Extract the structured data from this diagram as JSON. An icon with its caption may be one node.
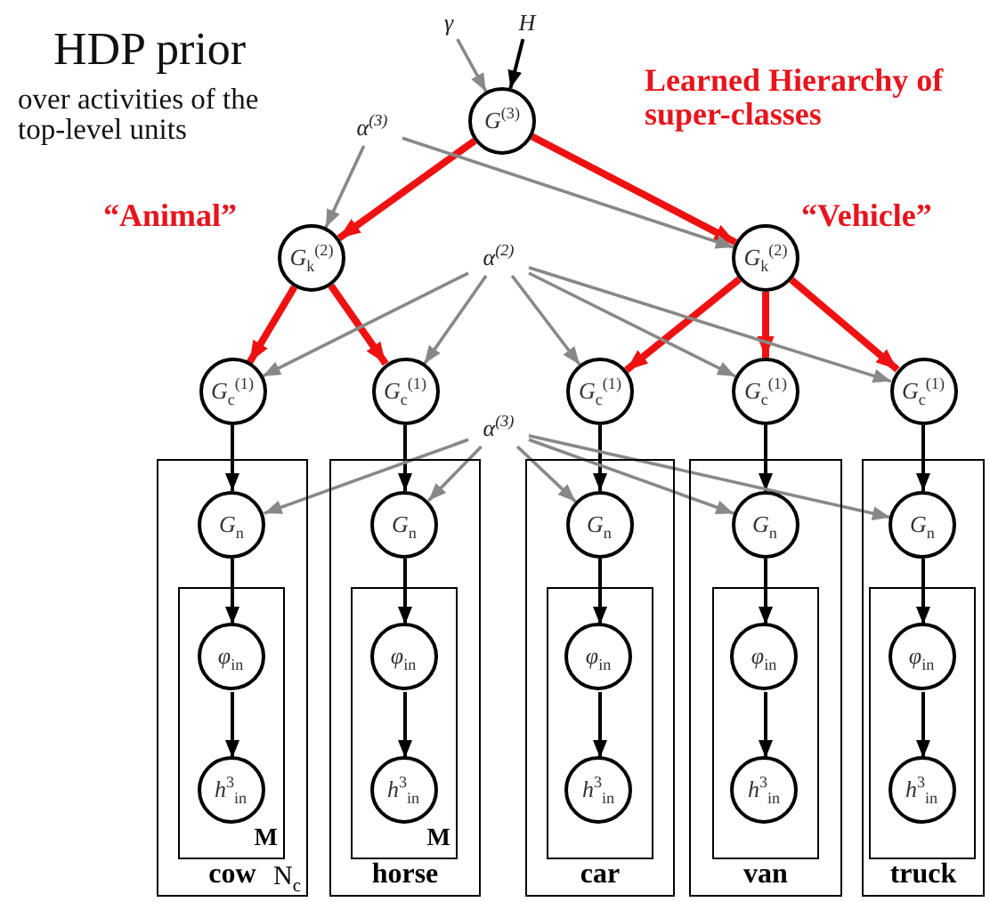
{
  "diagram": {
    "nodes": [
      {
        "text": [
          "γ"
        ]
      },
      {
        "text": [
          "H"
        ]
      },
      {
        "text": [
          "*G*$^{(3)}$"
        ]
      },
      {
        "text": [
          "*α*$^{(3)}$"
        ]
      },
      {
        "text": [
          "*G*$_{k}$$^{(2)}$"
        ]
      },
      {
        "text": [
          "*G*$_{k}$$^{(2)}$"
        ]
      },
      {
        "text": [
          "*α*$^{(2)}$"
        ]
      },
      {
        "text": [
          "*G*$_{c}$$^{(1)}$"
        ]
      },
      {
        "text": [
          "*G*$_{c}$$^{(1)}$"
        ]
      },
      {
        "text": [
          "*G*$_{c}$$^{(1)}$"
        ]
      },
      {
        "text": [
          "*G*$_{c}$$^{(1)}$"
        ]
      },
      {
        "text": [
          "*G*$_{c}$$^{(1)}$"
        ]
      },
      {
        "text": [
          "*α*$^{(3)}$"
        ]
      },
      {
        "text": [
          "cow",
          "N$_{c}$"
        ]
      },
      {
        "text": [
          "*G*$_{n}$"
        ],
        "in": 13
      },
      {
        "text": [
          "M"
        ],
        "in": 13
      },
      {
        "text": [
          "*φ*$_{in}$"
        ],
        "in": 15
      },
      {
        "text": [
          "*h*$^{3}$$_{in}$"
        ],
        "in": 15
      },
      {
        "text": [
          "horse"
        ]
      },
      {
        "text": [
          "*G*$_{n}$"
        ],
        "in": 18
      },
      {
        "text": [
          "M"
        ],
        "in": 18
      },
      {
        "text": [
          "*φ*$_{in}$"
        ],
        "in": 20
      },
      {
        "text": [
          "*h*$^{3}$$_{in}$"
        ],
        "in": 20
      },
      {
        "text": [
          "car"
        ]
      },
      {
        "text": [
          "*G*$_{n}$"
        ],
        "in": 23
      },
      {
        "text": [],
        "shape": "box",
        "in": 23
      },
      {
        "text": [
          "*φ*$_{in}$"
        ],
        "in": 25
      },
      {
        "text": [
          "*h*$^{3}$$_{in}$"
        ],
        "in": 25
      },
      {
        "text": [
          "van"
        ]
      },
      {
        "text": [
          "*G*$_{n}$"
        ],
        "in": 28
      },
      {
        "text": [],
        "shape": "box",
        "in": 28
      },
      {
        "text": [
          "*φ*$_{in}$"
        ],
        "in": 30
      },
      {
        "text": [
          "*h*$^{3}$$_{in}$"
        ],
        "in": 30
      },
      {
        "text": [
          "truck"
        ]
      },
      {
        "text": [
          "*G*$_{n}$"
        ],
        "in": 33
      },
      {
        "text": [],
        "shape": "box",
        "in": 33
      },
      {
        "text": [
          "*φ*$_{in}$"
        ],
        "in": 35
      },
      {
        "text": [
          "*h*$^{3}$$_{in}$"
        ],
        "in": 35
      }
    ],
    "edges": [
      {
        "from": 0,
        "to": 2,
        "arrow": "to",
        "color": "#888888"
      },
      {
        "from": 1,
        "to": 2,
        "arrow": "to"
      },
      {
        "from": 2,
        "to": 4,
        "arrow": "to",
        "style": "thick",
        "color": "#ee1111"
      },
      {
        "from": 2,
        "to": 5,
        "arrow": "to",
        "style": "thick",
        "color": "#ee1111"
      },
      {
        "from": 3,
        "to": 4,
        "arrow": "to",
        "color": "#888888"
      },
      {
        "from": 3,
        "to": 5,
        "arrow": "to",
        "color": "#888888"
      },
      {
        "from": 4,
        "to": 7,
        "arrow": "to",
        "style": "thick",
        "color": "#ee1111"
      },
      {
        "from": 4,
        "to": 8,
        "arrow": "to",
        "style": "thick",
        "color": "#ee1111"
      },
      {
        "from": 5,
        "to": 9,
        "arrow": "to",
        "style": "thick",
        "color": "#ee1111"
      },
      {
        "from": 5,
        "to": 10,
        "arrow": "to",
        "style": "thick",
        "color": "#ee1111"
      },
      {
        "from": 5,
        "to": 11,
        "arrow": "to",
        "style": "thick",
        "color": "#ee1111"
      },
      {
        "from": 6,
        "to": 7,
        "arrow": "to",
        "color": "#888888"
      },
      {
        "from": 6,
        "to": 8,
        "arrow": "to",
        "color": "#888888"
      },
      {
        "from": 6,
        "to": 9,
        "arrow": "to",
        "color": "#888888"
      },
      {
        "from": 6,
        "to": 10,
        "arrow": "to",
        "color": "#888888"
      },
      {
        "from": 6,
        "to": 11,
        "arrow": "to",
        "color": "#888888"
      },
      {
        "from": 7,
        "to": 14,
        "arrow": "to"
      },
      {
        "from": 8,
        "to": 19,
        "arrow": "to"
      },
      {
        "from": 9,
        "to": 24,
        "arrow": "to"
      },
      {
        "from": 10,
        "to": 29,
        "arrow": "to"
      },
      {
        "from": 11,
        "to": 34,
        "arrow": "to"
      },
      {
        "from": 12,
        "to": 14,
        "arrow": "to",
        "color": "#888888"
      },
      {
        "from": 12,
        "to": 19,
        "arrow": "to",
        "color": "#888888"
      },
      {
        "from": 12,
        "to": 24,
        "arrow": "to",
        "color": "#888888"
      },
      {
        "from": 12,
        "to": 29,
        "arrow": "to",
        "color": "#888888"
      },
      {
        "from": 12,
        "to": 34,
        "arrow": "to",
        "color": "#888888"
      },
      {
        "from": 14,
        "to": 16,
        "arrow": "to"
      },
      {
        "from": 16,
        "to": 17,
        "arrow": "to"
      },
      {
        "from": 19,
        "to": 21,
        "arrow": "to"
      },
      {
        "from": 21,
        "to": 22,
        "arrow": "to"
      },
      {
        "from": 24,
        "to": 26,
        "arrow": "to"
      },
      {
        "from": 26,
        "to": 27,
        "arrow": "to"
      },
      {
        "from": 29,
        "to": 31,
        "arrow": "to"
      },
      {
        "from": 31,
        "to": 32,
        "arrow": "to"
      },
      {
        "from": 34,
        "to": 36,
        "arrow": "to"
      },
      {
        "from": 36,
        "to": 37,
        "arrow": "to"
      }
    ],
    "labels": [
      "HDP prior",
      "over activities of the top-level units",
      "Learned Hierarchy of super-classes",
      "“Animal”",
      "“Vehicle”"
    ]
  }
}
